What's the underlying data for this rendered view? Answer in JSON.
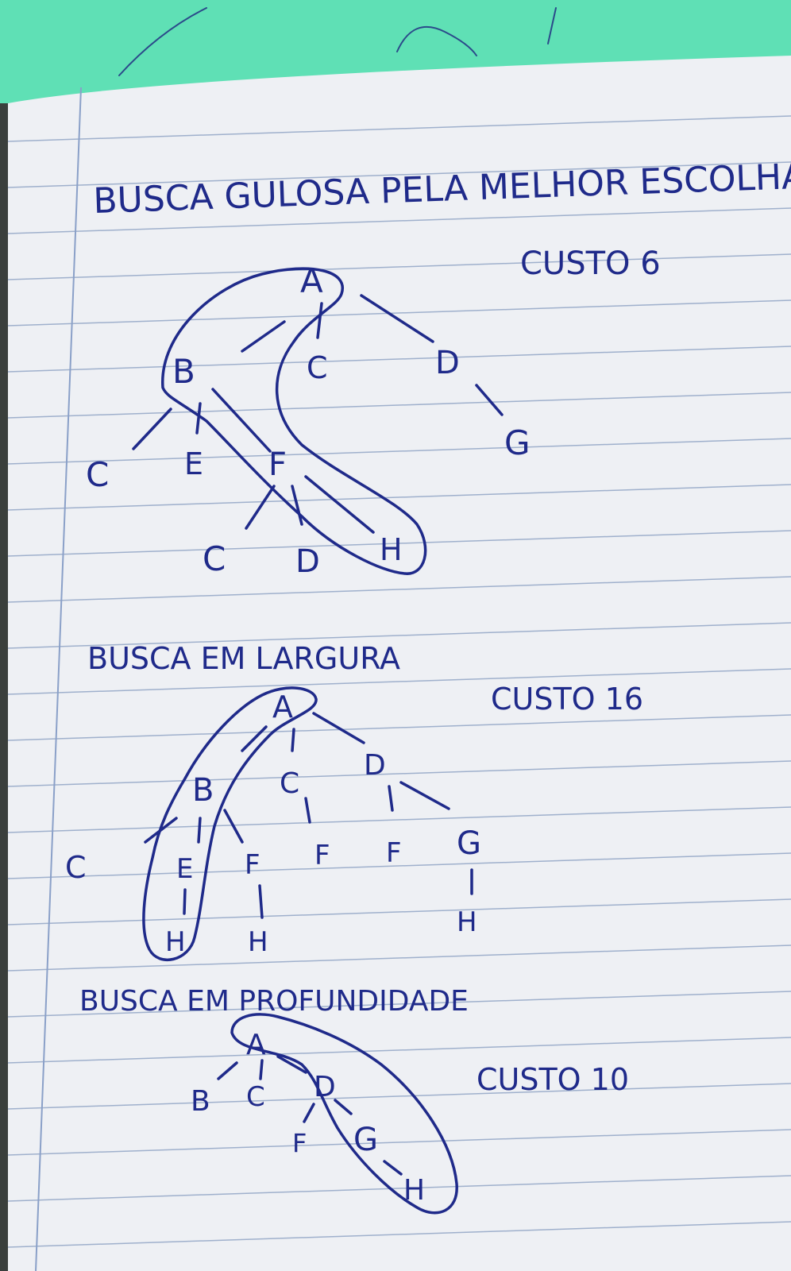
{
  "sections": [
    {
      "title": "BUSCA GULOSA PELA MELHOR ESCOLHA",
      "cost": "CUSTO 6",
      "nodes": [
        "A",
        "B",
        "C",
        "D",
        "C",
        "E",
        "F",
        "G",
        "C",
        "D",
        "H"
      ]
    },
    {
      "title": "BUSCA EM LARGURA",
      "cost": "CUSTO 16",
      "nodes": [
        "A",
        "B",
        "C",
        "D",
        "C",
        "E",
        "F",
        "F",
        "F",
        "G",
        "H",
        "H",
        "H"
      ]
    },
    {
      "title": "BUSCA EM PROFUNDIDADE",
      "cost": "CUSTO 10",
      "nodes": [
        "A",
        "B",
        "C",
        "D",
        "F",
        "G",
        "H"
      ]
    }
  ],
  "colors": {
    "ink": "#1f2a8a",
    "paper": "#eef0f4",
    "rule": "#9fb0cc",
    "margin": "#8aa0c8",
    "backdrop": "#5fe0b5"
  }
}
